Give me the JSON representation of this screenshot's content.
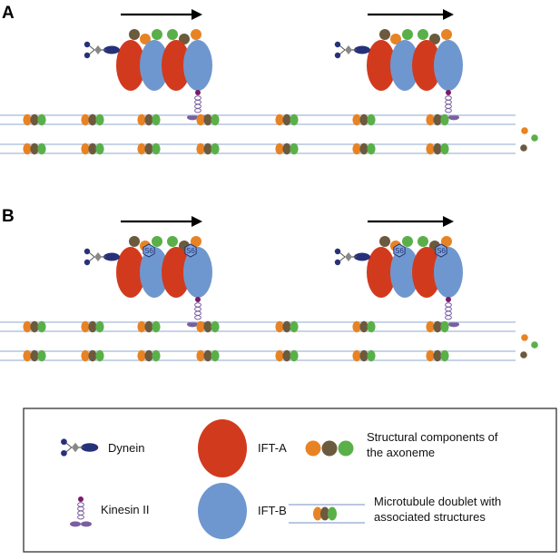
{
  "panels": [
    {
      "label": "A",
      "has_s6": false
    },
    {
      "label": "B",
      "has_s6": true
    }
  ],
  "s6_label": "S6",
  "legend": {
    "dynein": "Dynein",
    "kinesin": "Kinesin II",
    "ift_a": "IFT-A",
    "ift_b": "IFT-B",
    "structural_line1": "Structural components of",
    "structural_line2": "the axoneme",
    "doublet_line1": "Microtubule doublet with",
    "doublet_line2": "associated structures"
  },
  "colors": {
    "ift_a": "#d23a1e",
    "ift_b": "#6f97cf",
    "orange": "#e88324",
    "brown": "#6b5a3e",
    "green": "#5ab048",
    "dynein": "#27317a",
    "kinesin": "#7a5fa0",
    "kinesin_head": "#7b1a6a",
    "microtubule": "#8fa8cf",
    "s6_fill": "#7ea6de"
  }
}
